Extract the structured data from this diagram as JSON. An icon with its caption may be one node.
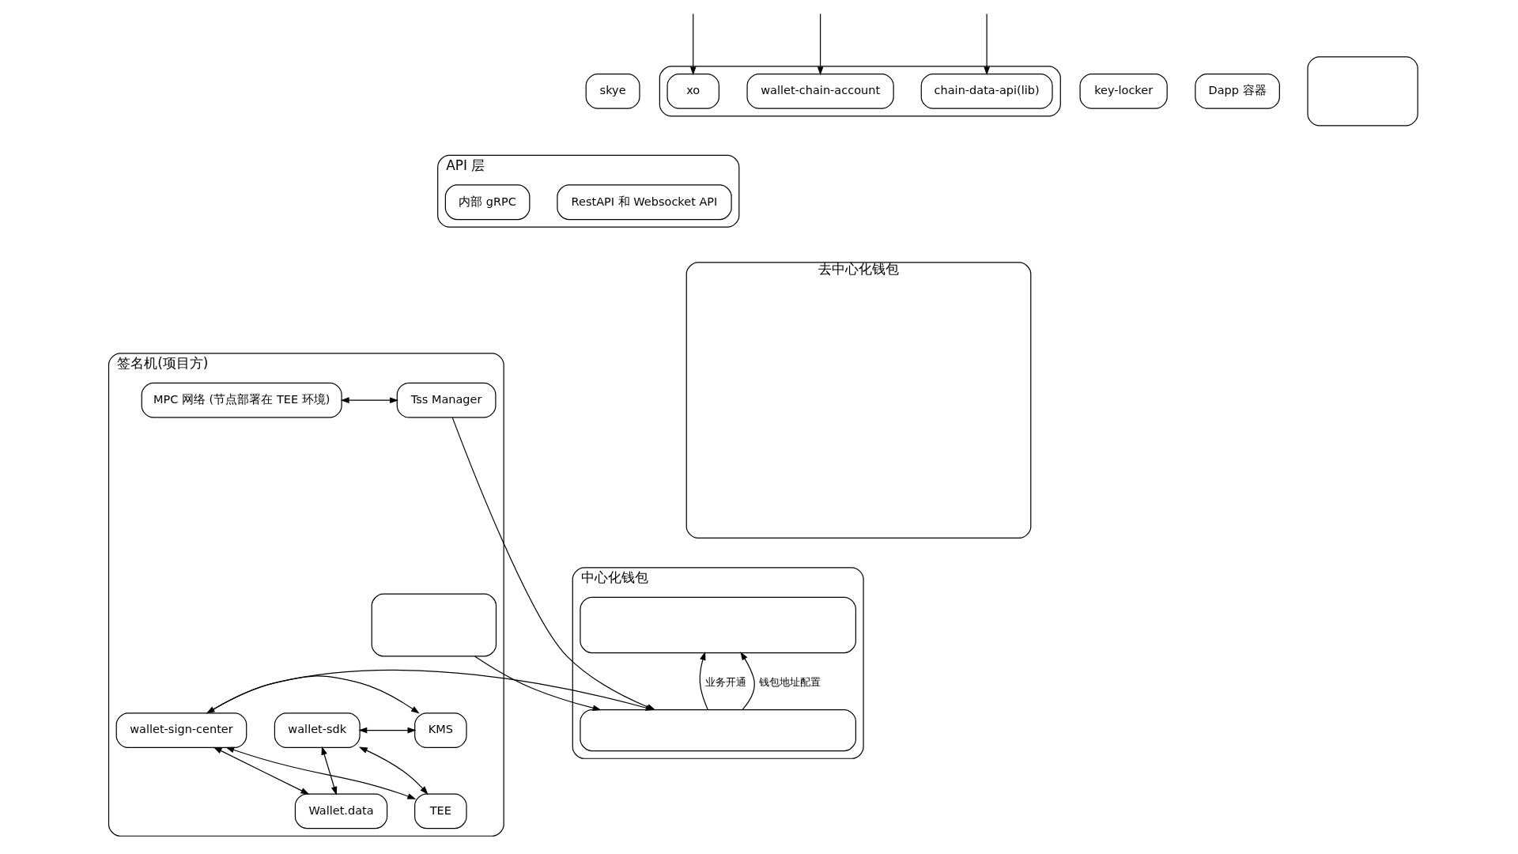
{
  "diagram": {
    "nodes": [
      {
        "text": [],
        "shape": "box"
      },
      {
        "text": [
          "xo"
        ],
        "in": 0
      },
      {
        "text": [
          "wallet-chain-account"
        ],
        "in": 0
      },
      {
        "text": [
          "chain-data-api(lib)"
        ],
        "in": 0
      },
      {
        "text": [
          "key-locker"
        ]
      },
      {
        "text": [
          "Dapp 容器"
        ]
      },
      {
        "text": [
          "skye"
        ]
      },
      {
        "text": [],
        "shape": "box"
      },
      {
        "text": [
          "API 层"
        ]
      },
      {
        "text": [
          "内部 gRPC"
        ],
        "in": 8
      },
      {
        "text": [
          "RestAPI 和 Websocket API"
        ],
        "in": 8
      },
      {
        "text": [
          "签名机(项目方)"
        ]
      },
      {
        "text": [
          "MPC 网络 (节点部署在 TEE 环境)"
        ],
        "in": 11
      },
      {
        "text": [
          "Tss Manager"
        ],
        "in": 11
      },
      {
        "text": [],
        "shape": "box",
        "in": 11
      },
      {
        "text": [
          "wallet-sdk"
        ],
        "in": 11
      },
      {
        "text": [
          "TEE"
        ],
        "in": 11
      },
      {
        "text": [
          "KMS"
        ],
        "in": 11
      },
      {
        "text": [
          "Wallet.data"
        ],
        "in": 11
      },
      {
        "text": [
          "wallet-sign-center"
        ],
        "in": 11
      },
      {
        "text": [
          "中心化钱包"
        ]
      },
      {
        "text": [],
        "shape": "box",
        "in": 20
      },
      {
        "text": [],
        "shape": "box",
        "in": 20
      },
      {
        "text": [
          "去中心化钱包"
        ]
      }
    ],
    "edges": [
      {
        "from": null,
        "to": 1,
        "arrow": "to"
      },
      {
        "from": null,
        "to": 2,
        "arrow": "to"
      },
      {
        "from": null,
        "to": 3,
        "arrow": "to"
      },
      {
        "from": 12,
        "to": 13,
        "arrow": "both"
      },
      {
        "from": 15,
        "to": 16,
        "arrow": "both"
      },
      {
        "from": 15,
        "to": 17,
        "arrow": "both"
      },
      {
        "from": 15,
        "to": 18,
        "arrow": "both"
      },
      {
        "from": 19,
        "to": 16,
        "arrow": "both"
      },
      {
        "from": 19,
        "to": 17,
        "arrow": "both"
      },
      {
        "from": 19,
        "to": 18,
        "arrow": "both"
      },
      {
        "from": 13,
        "to": 22,
        "arrow": "to"
      },
      {
        "from": 14,
        "to": 22,
        "arrow": "to"
      },
      {
        "from": 19,
        "to": 22,
        "arrow": "to"
      },
      {
        "from": 22,
        "to": 21,
        "arrow": "to",
        "label": "业务开通"
      },
      {
        "from": 22,
        "to": 21,
        "arrow": "to",
        "label": "钱包地址配置"
      }
    ]
  }
}
